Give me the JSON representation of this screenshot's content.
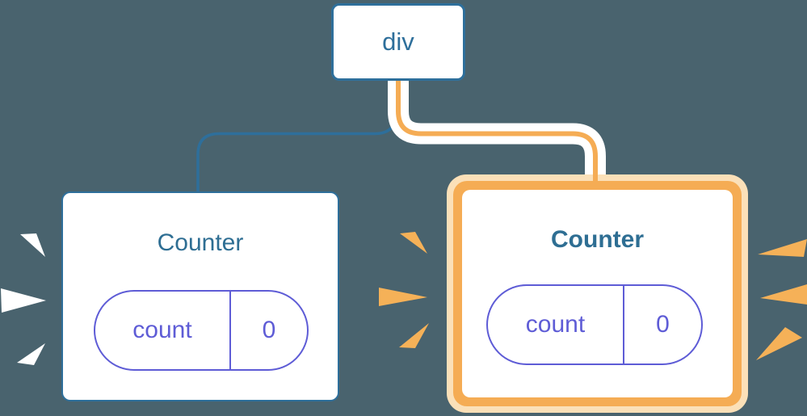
{
  "colors": {
    "bg": "#49636e",
    "blue": "#2e6f9b",
    "title": "#2e6e93",
    "purple": "#5e5cd6",
    "orange": "#f5ac54",
    "cream": "#fbe0b8",
    "burst_white": "#ffffff",
    "burst_orange": "#f5b158",
    "card_fill": "#ffffff"
  },
  "diagram": {
    "root": {
      "label": "div"
    },
    "children": [
      {
        "title": "Counter",
        "state_key": "count",
        "state_value": "0",
        "highlighted": false
      },
      {
        "title": "Counter",
        "state_key": "count",
        "state_value": "0",
        "highlighted": true
      }
    ]
  }
}
